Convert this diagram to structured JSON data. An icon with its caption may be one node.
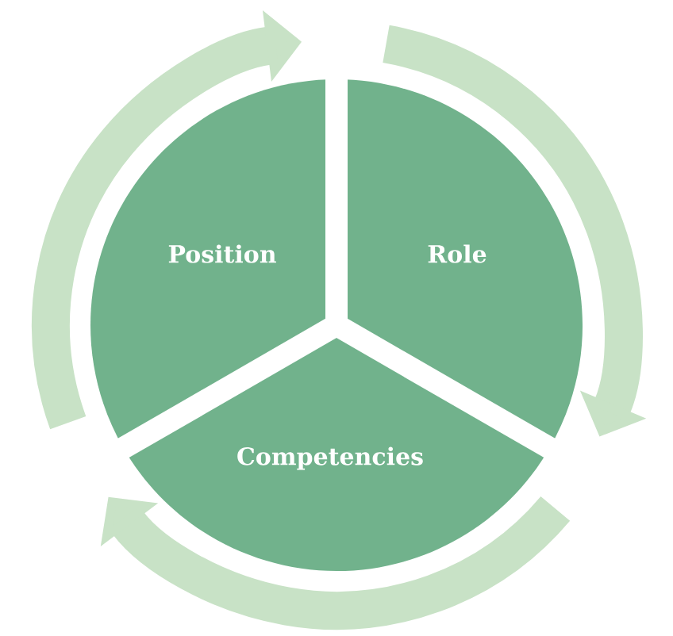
{
  "diagram": {
    "nodes": [
      {
        "text": [
          "Position"
        ]
      },
      {
        "text": [
          "Role"
        ]
      },
      {
        "text": [
          "Competencies"
        ]
      }
    ]
  }
}
